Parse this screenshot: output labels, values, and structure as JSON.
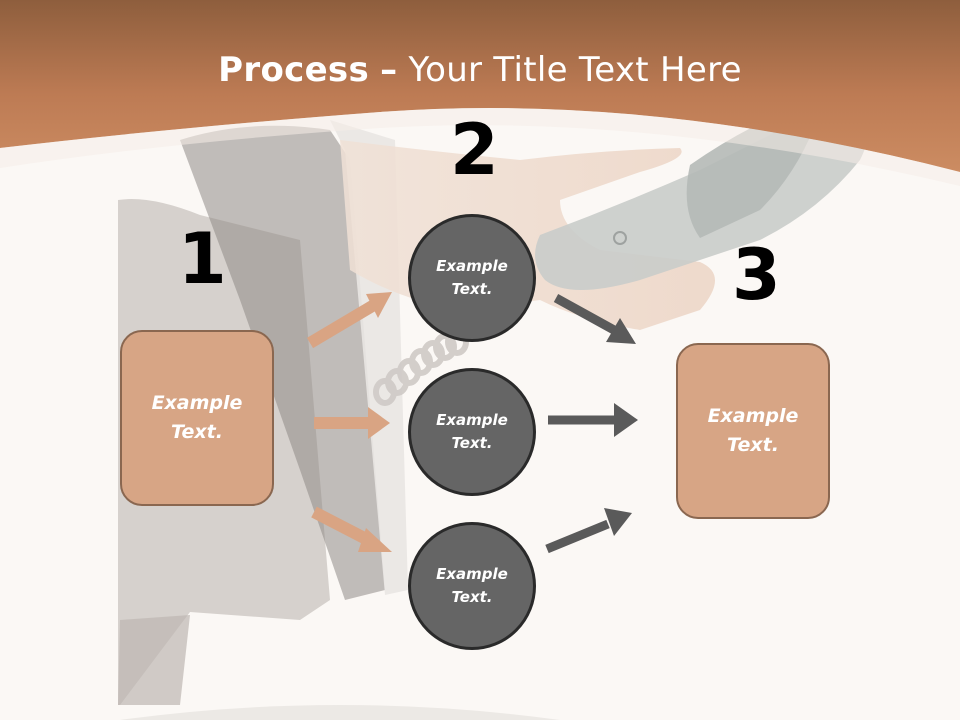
{
  "slide": {
    "title_bold": "Process",
    "title_dash": "–",
    "title_rest": "Your Title Text Here",
    "step_numbers": [
      "1",
      "2",
      "3"
    ],
    "left_box_text": "Example\nText.",
    "right_box_text": "Example\nText.",
    "circles": [
      "Example\nText.",
      "Example\nText.",
      "Example\nText."
    ]
  },
  "colors": {
    "header_band": "#b8764f",
    "box_fill": "#d7a585",
    "box_border": "#8a6750",
    "circle_fill": "#656565",
    "circle_border": "#2a2a2a",
    "arrow_tan": "#d9a483",
    "arrow_gray": "#5a5a5a"
  },
  "background_image": "phone-handset-photo"
}
